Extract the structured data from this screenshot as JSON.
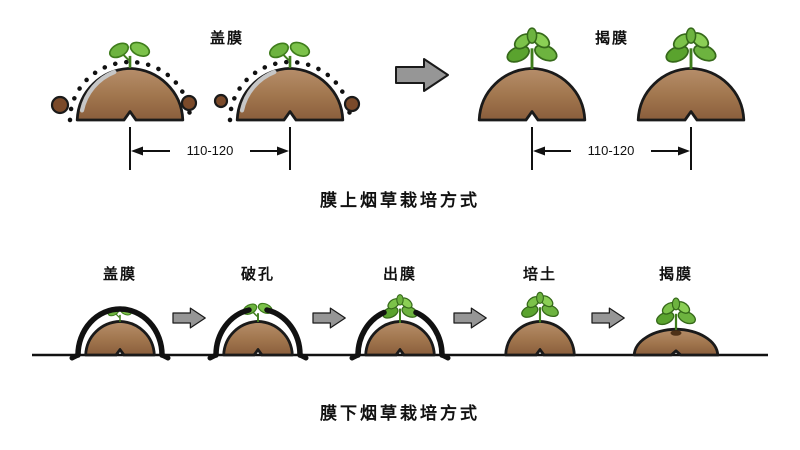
{
  "top_section": {
    "cover_label": "盖膜",
    "remove_label": "揭膜",
    "left_dimension": "110-120",
    "right_dimension": "110-120",
    "title": "膜上烟草栽培方式"
  },
  "bottom_section": {
    "stages": [
      {
        "label": "盖膜"
      },
      {
        "label": "破孔"
      },
      {
        "label": "出膜"
      },
      {
        "label": "培土"
      },
      {
        "label": "揭膜"
      }
    ],
    "title": "膜下烟草栽培方式"
  },
  "icons": [
    "soil-mound-icon",
    "seedling-icon",
    "plant-icon",
    "film-dots-icon",
    "film-dome-icon",
    "soil-clod-icon",
    "arrow-right-icon",
    "dimension-arrow-icon",
    "ground-line"
  ],
  "colors": {
    "soil_light": "#b68e6a",
    "soil_dark": "#8a5e3c",
    "clod": "#7b4a2a",
    "leaf_green": "#6db33f",
    "leaf_outline": "#3f7d1c",
    "film_black": "#111111",
    "film_gray": "#c6c6c6",
    "arrow_gray": "#969696",
    "ink": "#1a1a1a"
  }
}
